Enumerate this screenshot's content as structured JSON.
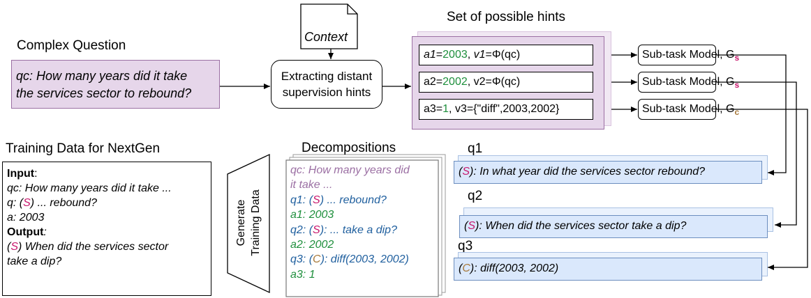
{
  "context_label": "Context",
  "complex_question": {
    "title": "Complex Question",
    "text_line1": "qc: How many years did it take",
    "text_line2": "the  services  sector  to rebound?"
  },
  "extractor": {
    "line1": "Extracting distant",
    "line2": "supervision hints"
  },
  "hints": {
    "title": "Set of possible hints",
    "h1": {
      "a_label": "a1",
      "eq1": "=",
      "a_val": "2003",
      "sep": ", ",
      "v_label": "v1",
      "v_rest": "=Φ(qc)"
    },
    "h2": {
      "a_label": "a2=",
      "a_val": "2002",
      "rest": ", v2=Φ(qc)"
    },
    "h3": {
      "a_label": "a3=",
      "a_val": "1",
      "rest": ", v3={\"diff\",2003,2002}"
    }
  },
  "models": {
    "m1": {
      "label": "Sub-task Model, G",
      "sub": "s"
    },
    "m2": {
      "label": "Sub-task Model, G",
      "sub": "s"
    },
    "m3": {
      "label": "Sub-task Model, G",
      "sub": "c"
    }
  },
  "training": {
    "title": "Training Data for NextGen",
    "input_label": "Input",
    "colon": ":",
    "qc": "qc: How many years did it take ...",
    "q_prefix": "q: (",
    "q_tag": "S",
    "q_suffix": ") ... rebound?",
    "a": "a: 2003",
    "output_label": "Output",
    "out_open": "(",
    "out_tag": "S",
    "out_line1": ") When did the services sector",
    "out_line2": "take a dip?"
  },
  "generate": {
    "line1": "Generate",
    "line2": "Training Data"
  },
  "decompositions": {
    "title": "Decompositions",
    "qc1": "qc: How many years did",
    "qc2": "it take ...",
    "q1_pre": "q1: (",
    "q1_tag": "S",
    "q1_post": ") ... rebound?",
    "a1": "a1: 2003",
    "q2_pre": "q2: (",
    "q2_tag": "S",
    "q2_post": "): ... take a dip?",
    "a2": "a2: 2002",
    "q3_pre": "q3: (",
    "q3_tag": "C",
    "q3_post": "): diff(2003, 2002)",
    "a3": "a3: 1"
  },
  "outputs": {
    "q1": {
      "label": "q1",
      "open": "(",
      "tag": "S",
      "text": "): In what year did the services sector rebound?"
    },
    "q2": {
      "label": "q2",
      "open": "(",
      "tag": "S",
      "text": "): When did the services sector take a dip?"
    },
    "q3": {
      "label": "q3",
      "open": "(",
      "tag": "C",
      "text": "): diff(2003, 2002)"
    }
  },
  "colors": {
    "purple_fill": "#e6d6ea",
    "purple_stroke": "#9b6fa3",
    "blue_fill": "#dae8fc",
    "blue_stroke": "#6c8ebf",
    "green": "#1e8f3c",
    "blue_text": "#1f5f9e",
    "pink": "#c8196e",
    "brown": "#a8793a"
  }
}
